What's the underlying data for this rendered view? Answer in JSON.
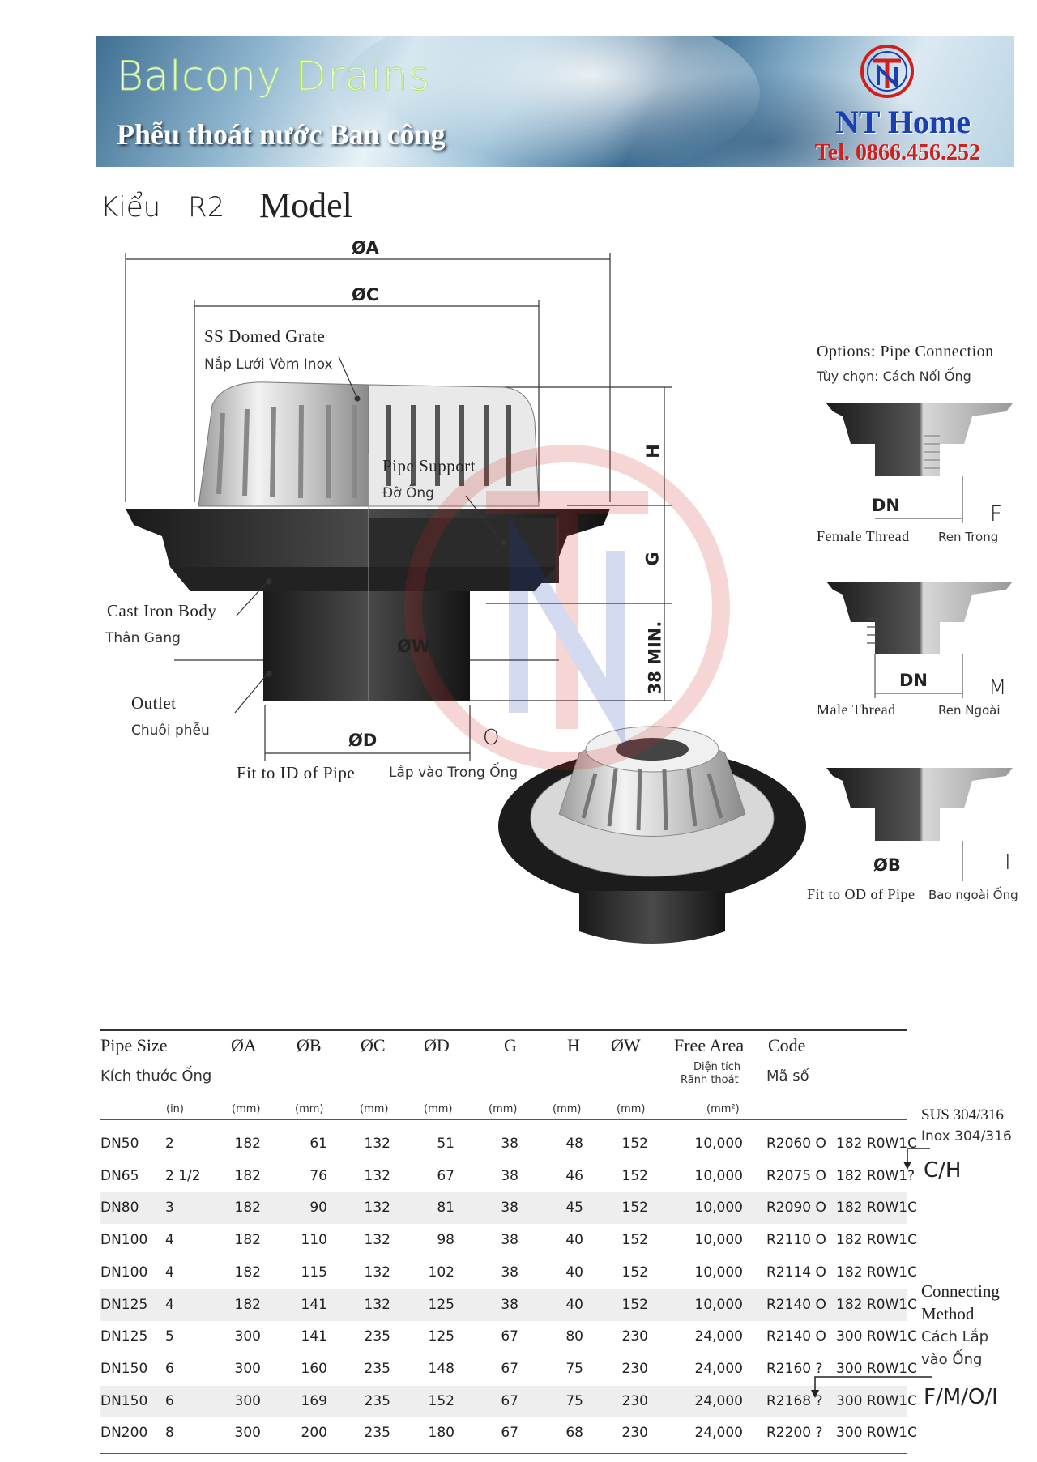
{
  "banner": {
    "title": "Balcony Drains",
    "subtitle": "Phễu thoát nước Ban công",
    "brand": "NT Home",
    "phone": "Tel. 0866.456.252",
    "logo_icon": "nt-home-logo"
  },
  "model": {
    "label_vn": "Kiểu",
    "code": "R2",
    "label_en": "Model"
  },
  "diagram": {
    "dims": {
      "A": "ØA",
      "C": "ØC",
      "H": "H",
      "G": "G",
      "W": "ØW",
      "min": "38 MIN.",
      "D": "ØD",
      "O": "O"
    },
    "callouts": {
      "grate_en": "SS Domed Grate",
      "grate_vn": "Nắp Lưới Vòm Inox",
      "support_en": "Pipe Support",
      "support_vn": "Đỡ Ống",
      "body_en": "Cast Iron Body",
      "body_vn": "Thân Gang",
      "outlet_en": "Outlet",
      "outlet_vn": "Chuôi phễu",
      "fit_en": "Fit to ID of Pipe",
      "fit_vn": "Lắp vào Trong Ống"
    }
  },
  "options": {
    "title_en": "Options: Pipe Connection",
    "title_vn": "Tùy chọn: Cách Nối Ống",
    "items": [
      {
        "dim": "DN",
        "letter": "F",
        "en": "Female Thread",
        "vn": "Ren Trong"
      },
      {
        "dim": "DN",
        "letter": "M",
        "en": "Male Thread",
        "vn": "Ren Ngoài"
      },
      {
        "dim": "ØB",
        "letter": "I",
        "en": "Fit to OD of Pipe",
        "vn": "Bao ngoài Ống"
      }
    ]
  },
  "table": {
    "headers": {
      "pipe_size_en": "Pipe Size",
      "pipe_size_vn": "Kích thước Ống",
      "A": "ØA",
      "B": "ØB",
      "C": "ØC",
      "D": "ØD",
      "G": "G",
      "H": "H",
      "W": "ØW",
      "free_area_en": "Free Area",
      "free_area_vn1": "Diện tích",
      "free_area_vn2": "Rãnh thoát",
      "code_en": "Code",
      "code_vn": "Mã số"
    },
    "units": {
      "inch": "(in)",
      "A": "(mm)",
      "B": "(mm)",
      "C": "(mm)",
      "D": "(mm)",
      "G": "(mm)",
      "H": "(mm)",
      "W": "(mm)",
      "area": "(mm²)"
    },
    "rows": [
      {
        "dn": "DN50",
        "in": "2",
        "a": "182",
        "b": "61",
        "c": "132",
        "d": "51",
        "g": "38",
        "h": "48",
        "w": "152",
        "area": "10,000",
        "code": "R2060 O",
        "code2": "182 R0W1C"
      },
      {
        "dn": "DN65",
        "in": "2 1/2",
        "a": "182",
        "b": "76",
        "c": "132",
        "d": "67",
        "g": "38",
        "h": "46",
        "w": "152",
        "area": "10,000",
        "code": "R2075 O",
        "code2": "182 R0W1?"
      },
      {
        "dn": "DN80",
        "in": "3",
        "a": "182",
        "b": "90",
        "c": "132",
        "d": "81",
        "g": "38",
        "h": "45",
        "w": "152",
        "area": "10,000",
        "code": "R2090 O",
        "code2": "182 R0W1C"
      },
      {
        "dn": "DN100",
        "in": "4",
        "a": "182",
        "b": "110",
        "c": "132",
        "d": "98",
        "g": "38",
        "h": "40",
        "w": "152",
        "area": "10,000",
        "code": "R2110 O",
        "code2": "182 R0W1C"
      },
      {
        "dn": "DN100",
        "in": "4",
        "a": "182",
        "b": "115",
        "c": "132",
        "d": "102",
        "g": "38",
        "h": "40",
        "w": "152",
        "area": "10,000",
        "code": "R2114 O",
        "code2": "182 R0W1C"
      },
      {
        "dn": "DN125",
        "in": "4",
        "a": "182",
        "b": "141",
        "c": "132",
        "d": "125",
        "g": "38",
        "h": "40",
        "w": "152",
        "area": "10,000",
        "code": "R2140 O",
        "code2": "182 R0W1C"
      },
      {
        "dn": "DN125",
        "in": "5",
        "a": "300",
        "b": "141",
        "c": "235",
        "d": "125",
        "g": "67",
        "h": "80",
        "w": "230",
        "area": "24,000",
        "code": "R2140 O",
        "code2": "300 R0W1C"
      },
      {
        "dn": "DN150",
        "in": "6",
        "a": "300",
        "b": "160",
        "c": "235",
        "d": "148",
        "g": "67",
        "h": "75",
        "w": "230",
        "area": "24,000",
        "code": "R2160 ?",
        "code2": "300 R0W1C"
      },
      {
        "dn": "DN150",
        "in": "6",
        "a": "300",
        "b": "169",
        "c": "235",
        "d": "152",
        "g": "67",
        "h": "75",
        "w": "230",
        "area": "24,000",
        "code": "R2168 ?",
        "code2": "300 R0W1C"
      },
      {
        "dn": "DN200",
        "in": "8",
        "a": "300",
        "b": "200",
        "c": "235",
        "d": "180",
        "g": "67",
        "h": "68",
        "w": "230",
        "area": "24,000",
        "code": "R2200 ?",
        "code2": "300 R0W1C"
      }
    ],
    "side": {
      "material_en": "SUS 304/316",
      "material_vn": "Inox 304/316",
      "material_code": "C/H",
      "method_en1": "Connecting",
      "method_en2": "Method",
      "method_vn1": "Cách Lắp",
      "method_vn2": "vào Ống",
      "method_code": "F/M/O/I"
    }
  }
}
